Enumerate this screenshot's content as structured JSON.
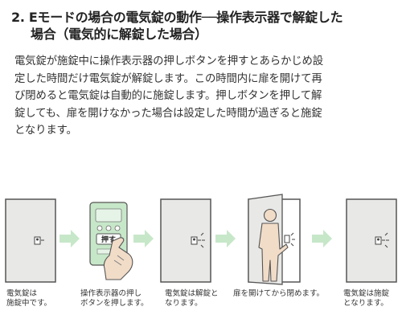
{
  "heading": {
    "line1": "2. Eモードの場合の電気錠の動作──操作表示器で解錠した",
    "line2": "場合（電気的に解錠した場合）"
  },
  "body": {
    "line1": "電気錠が施錠中に操作表示器の押しボタンを押すとあらかじめ設",
    "line2": "定した時間だけ電気錠が解錠します。この時間内に扉を開けて再",
    "line3": "び閉めると電気錠は自動的に施錠します。押しボタンを押して解",
    "line4": "錠しても、扉を開けなかった場合は設定した時間が過ぎると施錠",
    "line5": "となります。"
  },
  "panel": {
    "button_label": "押す"
  },
  "steps": [
    {
      "line1": "電気錠は",
      "line2": "施錠中です。"
    },
    {
      "line1": "操作表示器の押し",
      "line2": "ボタンを押します。"
    },
    {
      "line1": "電気錠は解錠と",
      "line2": "なります。"
    },
    {
      "line1": "扉を開けてから閉めます。",
      "line2": ""
    },
    {
      "line1": "電気錠は施錠",
      "line2": "となります。"
    }
  ],
  "colors": {
    "door": "#e8e8e6",
    "door_edge": "#555555",
    "arrow": "#c7e7c9",
    "panel": "#c7e7c9",
    "person": "#f1dcc8"
  }
}
